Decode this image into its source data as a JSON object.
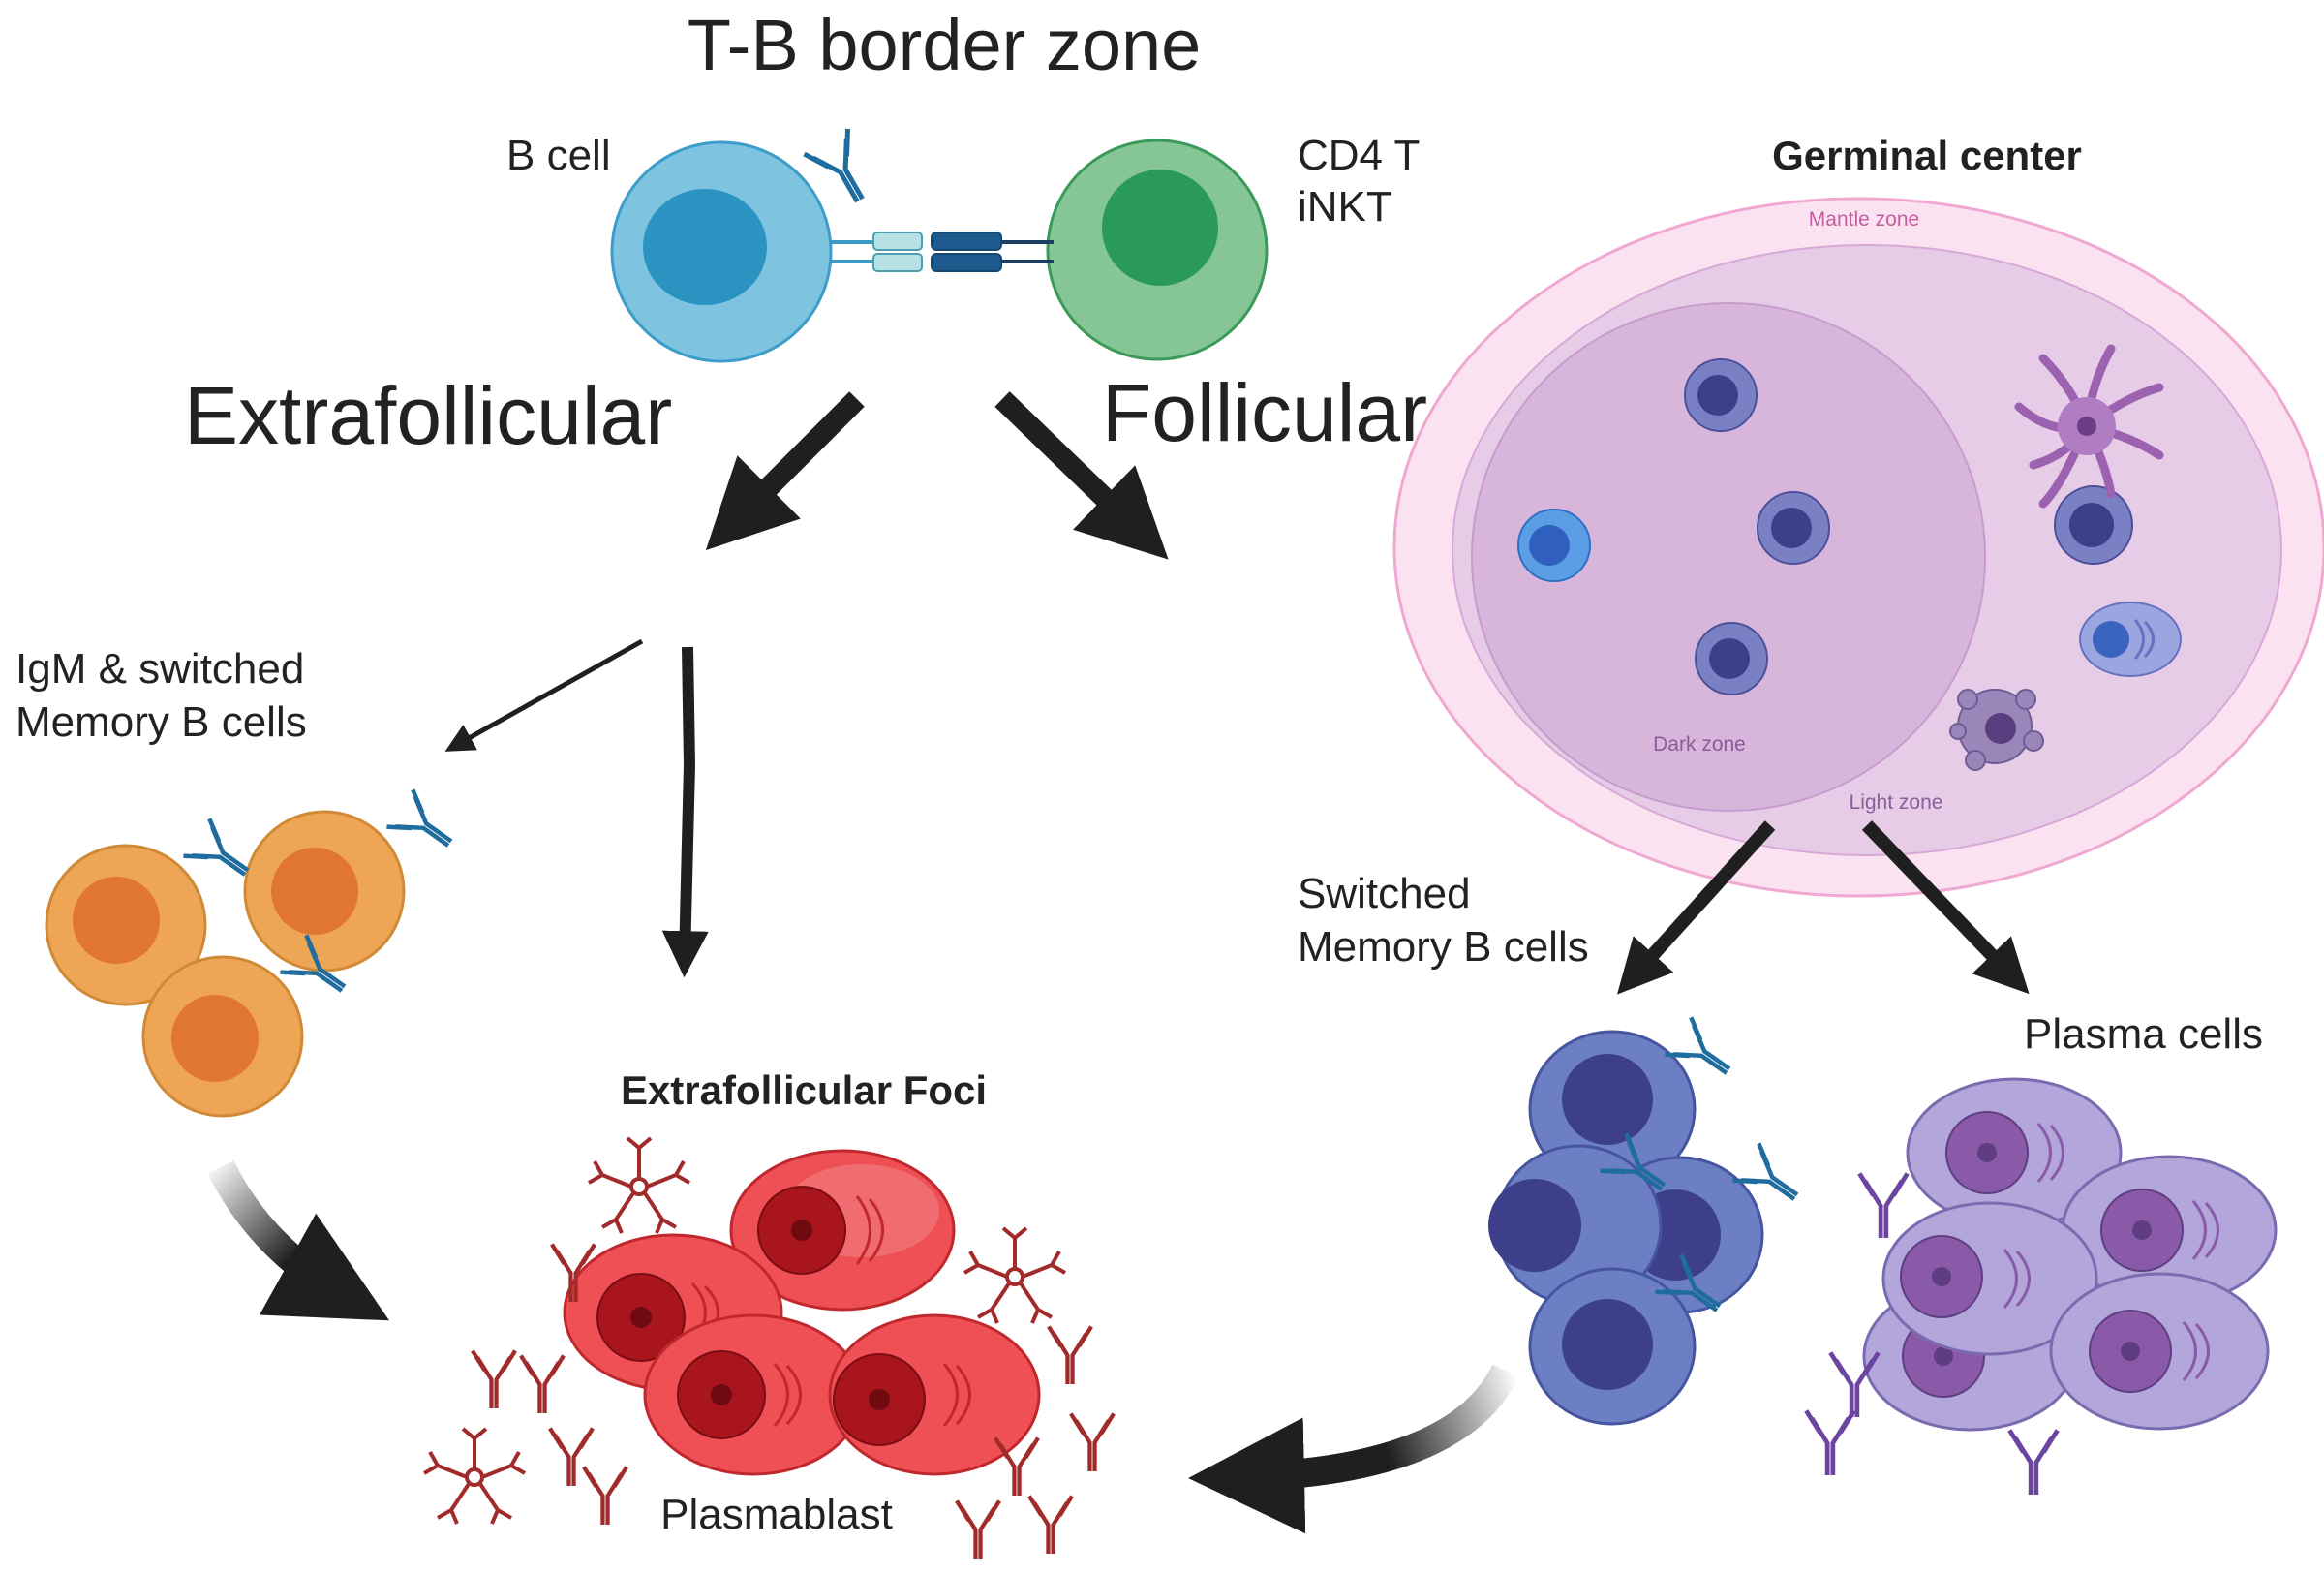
{
  "title": "T-B border zone",
  "labels": {
    "b_cell": "B cell",
    "cd4_t": "CD4 T",
    "inkt": "iNKT",
    "extrafollicular": "Extrafollicular",
    "follicular": "Follicular",
    "germinal_center": "Germinal center",
    "mantle_zone": "Mantle zone",
    "dark_zone": "Dark zone",
    "light_zone": "Light zone",
    "igm_memory_line1": "IgM & switched",
    "igm_memory_line2": "Memory B cells",
    "switched_memory_line1": "Switched",
    "switched_memory_line2": "Memory B cells",
    "plasma_cells": "Plasma cells",
    "extrafollicular_foci": "Extrafollicular Foci",
    "plasmablast": "Plasmablast"
  },
  "colors": {
    "b_cell": "#7ec3e0",
    "b_cell_nucleus": "#2a93c2",
    "t_cell": "#86c595",
    "t_cell_nucleus": "#2a9a5a",
    "memory_cell": "#eea556",
    "memory_nucleus": "#e07630",
    "plasmablast": "#ee5055",
    "plasmablast_nucleus": "#a8151c",
    "switched_memory": "#6c7ec4",
    "switched_nucleus": "#3d3f8a",
    "plasma_cell": "#b2a6da",
    "plasma_nucleus": "#7a4d98",
    "mantle": "#fbe2f0",
    "light_zone": "#e6cce6",
    "dark_zone": "#d8b6dc",
    "antibody_blue": "#1f6d9e",
    "antibody_red": "#a12a2a",
    "antibody_purple": "#6b45a0",
    "arrow": "#1f1f1f"
  }
}
